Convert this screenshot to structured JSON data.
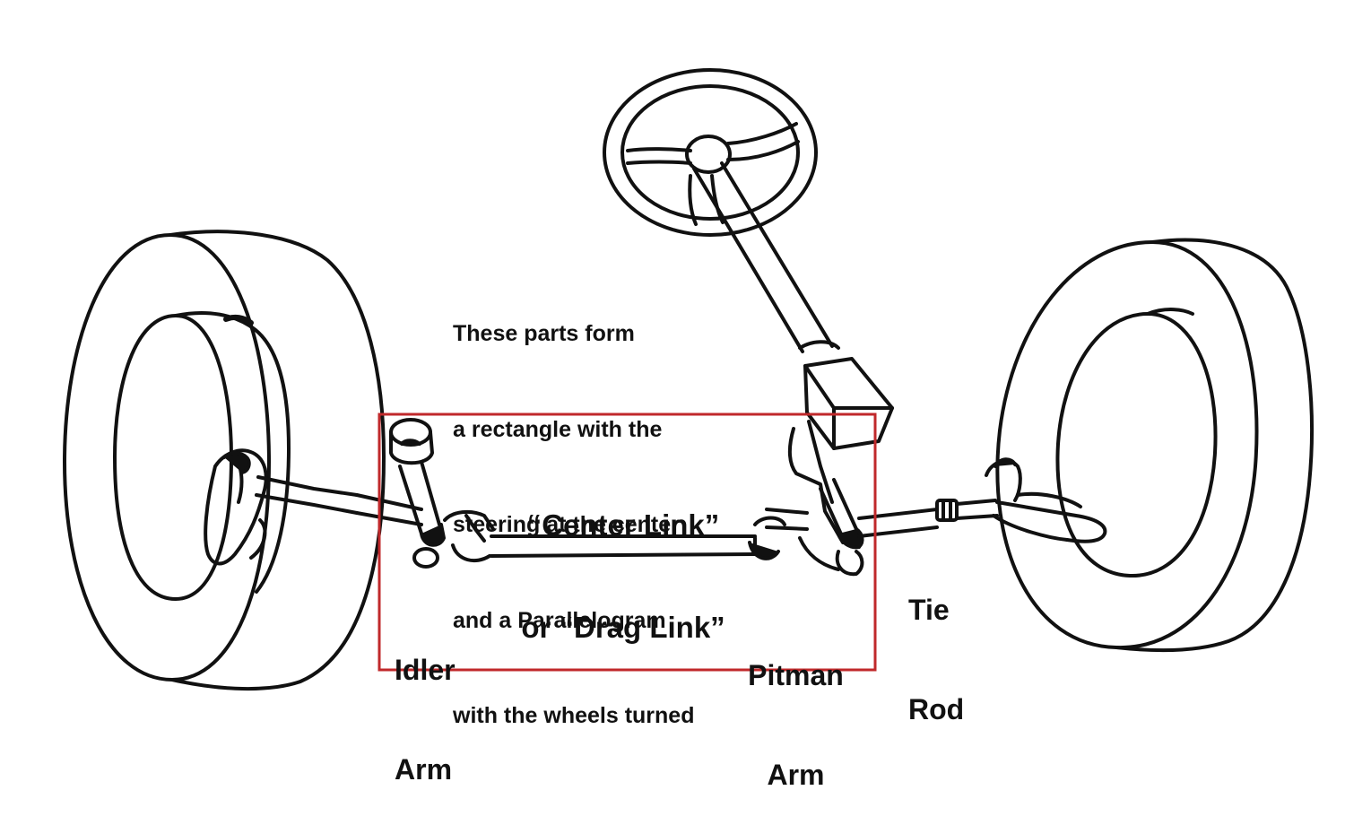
{
  "labels": {
    "note": [
      "These parts form",
      "a rectangle with the",
      "steering at the center",
      "and a Parallelogram",
      "with the wheels turned"
    ],
    "center_link": [
      "“Center Link”",
      "or “Drag Link”"
    ],
    "idler_arm": [
      "Idler",
      "Arm"
    ],
    "pitman_arm": [
      "Pitman",
      "Arm"
    ],
    "tie_rod": [
      "Tie",
      "Rod"
    ]
  },
  "colors": {
    "line": "#111111",
    "highlight_box": "#c0292b",
    "background": "#ffffff"
  }
}
